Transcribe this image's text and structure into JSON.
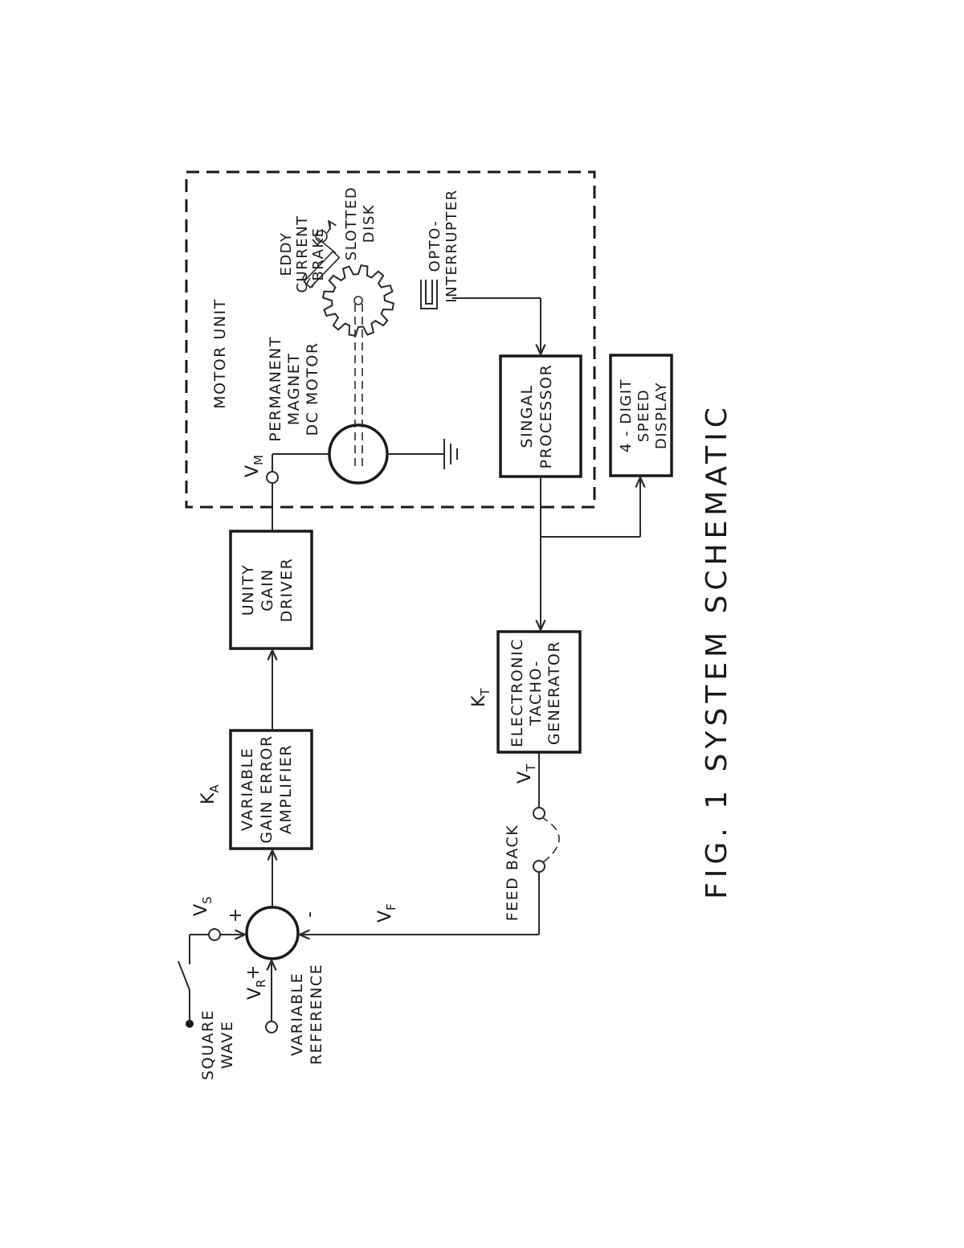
{
  "blocks": {
    "error_amp": {
      "gain": "K",
      "gain_sub": "A",
      "lines": [
        "VARIABLE",
        "GAIN ERROR",
        "AMPLIFIER"
      ]
    },
    "driver": {
      "lines": [
        "UNITY",
        "GAIN",
        "DRIVER"
      ]
    },
    "signal_proc": {
      "lines": [
        "SINGAL",
        "PROCESSOR"
      ]
    },
    "display": {
      "lines": [
        "4 - DIGIT",
        "SPEED",
        "DISPLAY"
      ]
    },
    "tacho": {
      "gain": "K",
      "gain_sub": "T",
      "lines": [
        "ELECTRONIC",
        "TACHO-",
        "GENERATOR"
      ]
    }
  },
  "motor_unit": {
    "title": "MOTOR UNIT",
    "motor_lines": [
      "PERMANENT",
      "MAGNET",
      "DC MOTOR"
    ],
    "brake_lines": [
      "EDDY",
      "CURRENT",
      "BRAKE"
    ],
    "disk_lines": [
      "SLOTTED",
      "DISK"
    ],
    "opto_lines": [
      "OPTO-",
      "INTERRUPTER"
    ]
  },
  "inputs": {
    "square_wave": [
      "SQUARE",
      "WAVE"
    ],
    "variable_reference": [
      "VARIABLE",
      "REFERENCE"
    ],
    "feedback": "FEED BACK"
  },
  "signals": {
    "vs": "V",
    "vs_sub": "S",
    "vr": "V",
    "vr_sub": "R",
    "vf": "V",
    "vf_sub": "F",
    "vt": "V",
    "vt_sub": "T",
    "vm": "V",
    "vm_sub": "M",
    "plus_s": "+",
    "plus_r": "+",
    "minus_f": "-"
  },
  "caption": "FIG. 1  SYSTEM  SCHEMATIC"
}
